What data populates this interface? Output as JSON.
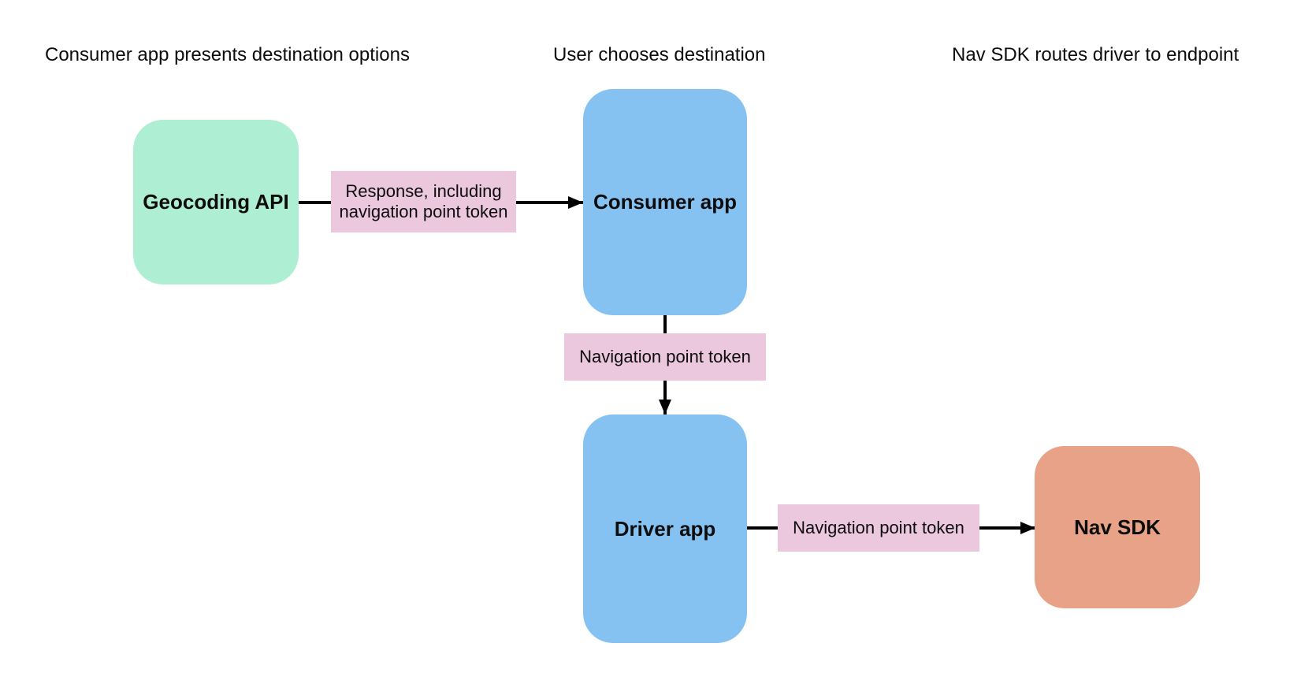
{
  "diagram": {
    "stage_captions": [
      "Consumer app presents destination options",
      "User chooses destination",
      "Nav SDK routes driver to endpoint"
    ],
    "nodes": {
      "geocoding_api": {
        "label": "Geocoding API",
        "fill": "#aeeed3"
      },
      "consumer_app": {
        "label": "Consumer app",
        "fill": "#85c2f1"
      },
      "driver_app": {
        "label": "Driver app",
        "fill": "#85c2f1"
      },
      "nav_sdk": {
        "label": "Nav SDK",
        "fill": "#e7a287"
      }
    },
    "edge_labels": {
      "response": {
        "text": "Response, including navigation point token",
        "fill": "#ecc8de"
      },
      "token_consumer_to_driver": {
        "text": "Navigation point token",
        "fill": "#ecc8de"
      },
      "token_driver_to_navsdk": {
        "text": "Navigation point token",
        "fill": "#ecc8de"
      }
    },
    "colors": {
      "arrow": "#000000",
      "text": "#0d0d0d",
      "background": "#ffffff"
    }
  }
}
